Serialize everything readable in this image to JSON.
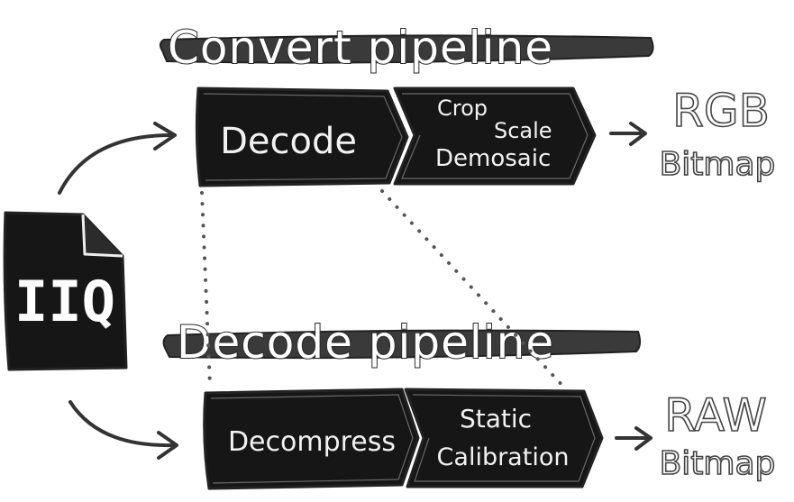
{
  "convert_pipeline": {
    "title": "Convert pipeline",
    "steps": [
      {
        "lines": [
          "Decode"
        ]
      },
      {
        "lines": [
          "Crop",
          "Scale",
          "Demosaic"
        ]
      }
    ],
    "output": {
      "line1": "RGB",
      "line2": "Bitmap"
    }
  },
  "decode_pipeline": {
    "title": "Decode pipeline",
    "steps": [
      {
        "lines": [
          "Decompress"
        ]
      },
      {
        "lines": [
          "Static",
          "Calibration"
        ]
      }
    ],
    "output": {
      "line1": "RAW",
      "line2": "Bitmap"
    }
  },
  "source_file": {
    "label": "IIQ"
  },
  "colors": {
    "box_fill": "#161616",
    "banner_fill": "#3a3a3a",
    "stroke": "#222222",
    "text_on_dark": "#f2f2f2"
  }
}
